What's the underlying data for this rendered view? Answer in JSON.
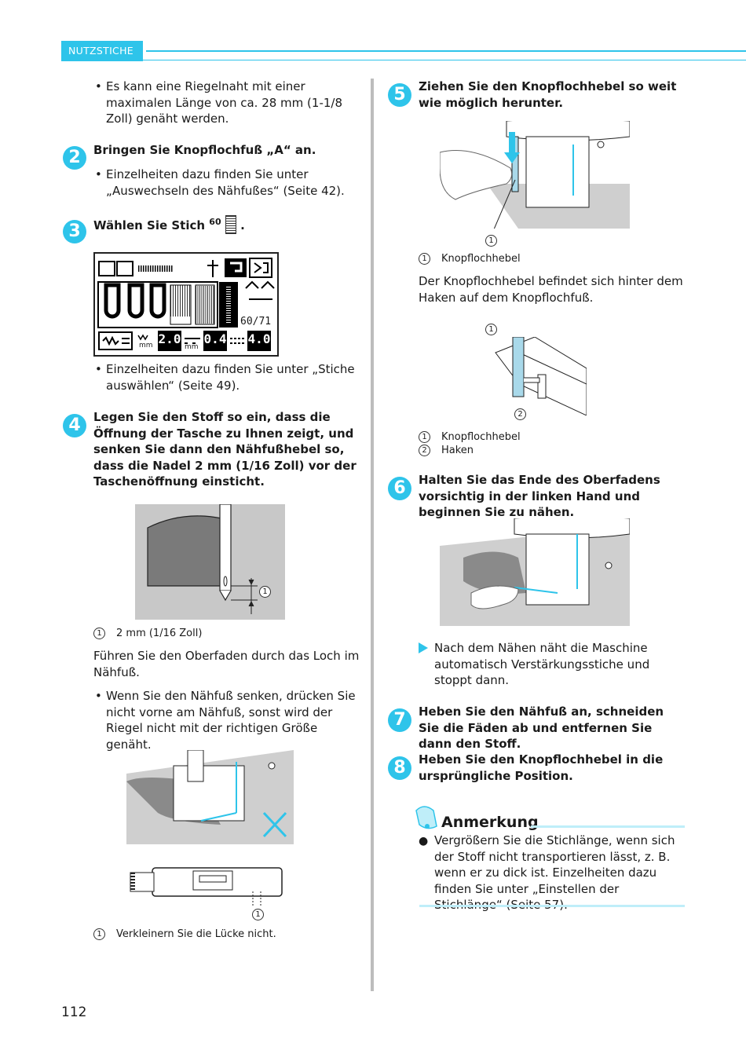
{
  "header": {
    "section": "NUTZSTICHE"
  },
  "left": {
    "bullet_intro": "Es kann eine Riegelnaht mit einer maximalen Länge von ca. 28 mm (1-1/8 Zoll) genäht werden.",
    "step2": {
      "num": "2",
      "title": "Bringen Sie Knopflochfuß „A“ an.",
      "bullet": "Einzelheiten dazu finden Sie unter „Auswechseln des Nähfußes“ (Seite 42)."
    },
    "step3": {
      "num": "3",
      "title_pre": "Wählen Sie Stich",
      "stitch_no": "60",
      "title_post": "."
    },
    "lcd": {
      "count": "60/71",
      "width": "2.0",
      "length": "0.4",
      "tension": "4.0",
      "unit1": "mm",
      "unit2": "mm"
    },
    "step3_bullet": "Einzelheiten dazu finden Sie unter „Stiche auswählen“ (Seite 49).",
    "step4": {
      "num": "4",
      "title": "Legen Sie den Stoff so ein, dass die Öffnung der Tasche zu Ihnen zeigt, und senken Sie dann den Nähfußhebel so, dass die Nadel 2 mm (1/16 Zoll) vor der Taschenöffnung einsticht."
    },
    "fig_needle_label": "1",
    "fig_needle_caption_num": "1",
    "fig_needle_caption": "2 mm (1/16 Zoll)",
    "para_thread": "Führen Sie den Oberfaden durch das Loch im Nähfuß.",
    "bullet_press": "Wenn Sie den Nähfuß senken, drücken Sie nicht vorne am Nähfuß, sonst wird der Riegel nicht mit der richtigen Größe genäht.",
    "fig_gap_label": "1",
    "fig_gap_caption_num": "1",
    "fig_gap_caption": "Verkleinern Sie die Lücke nicht."
  },
  "right": {
    "step5": {
      "num": "5",
      "title": "Ziehen Sie den Knopflochhebel so weit wie möglich herunter."
    },
    "fig5_label": "1",
    "fig5_caption_num": "1",
    "fig5_caption": "Knopflochhebel",
    "para_behind": "Der Knopflochhebel befindet sich hinter dem Haken auf dem Knopflochfuß.",
    "fig_hook_label1": "1",
    "fig_hook_label2": "2",
    "fig_hook_cap1_num": "1",
    "fig_hook_cap1": "Knopflochhebel",
    "fig_hook_cap2_num": "2",
    "fig_hook_cap2": "Haken",
    "step6": {
      "num": "6",
      "title": "Halten Sie das Ende des Oberfadens vorsichtig in der linken Hand und beginnen Sie zu nähen."
    },
    "result": "Nach dem Nähen näht die Maschine automatisch Verstärkungsstiche und stoppt dann.",
    "step7": {
      "num": "7",
      "title": "Heben Sie den Nähfuß an, schneiden Sie die Fäden ab und entfernen Sie dann den Stoff."
    },
    "step8": {
      "num": "8",
      "title": "Heben Sie den Knopflochhebel in die ursprüngliche Position."
    },
    "note": {
      "title": "Anmerkung",
      "text": "Vergrößern Sie die Stichlänge, wenn sich der Stoff nicht transportieren lässt, z. B. wenn er zu dick ist. Einzelheiten dazu finden Sie unter „Einstellen der Stichlänge“ (Seite 57)."
    }
  },
  "page_number": "112",
  "colors": {
    "accent": "#2ec4ea",
    "note_line": "#bfeef9",
    "gray_fabric": "#c8c8c8"
  }
}
